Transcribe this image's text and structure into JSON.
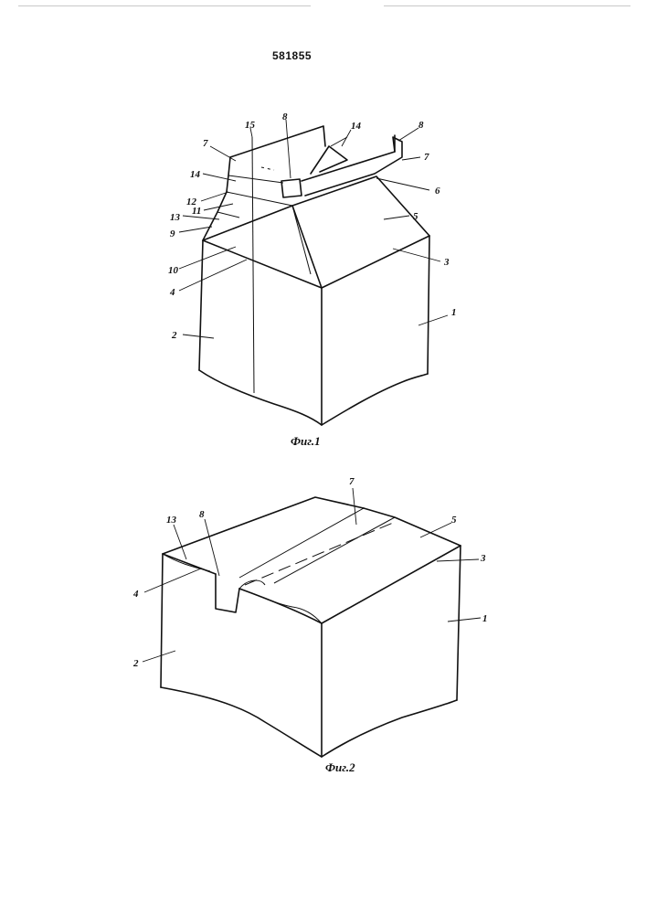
{
  "document": {
    "patent_number": "581855",
    "figures": [
      {
        "caption": "Фиг.1",
        "labels": [
          "15",
          "8",
          "14",
          "8",
          "7",
          "7",
          "14",
          "6",
          "12",
          "11",
          "5",
          "13",
          "9",
          "3",
          "10",
          "4",
          "1",
          "2"
        ]
      },
      {
        "caption": "Фиг.2",
        "labels": [
          "7",
          "13",
          "8",
          "5",
          "3",
          "4",
          "1",
          "2"
        ]
      }
    ]
  }
}
